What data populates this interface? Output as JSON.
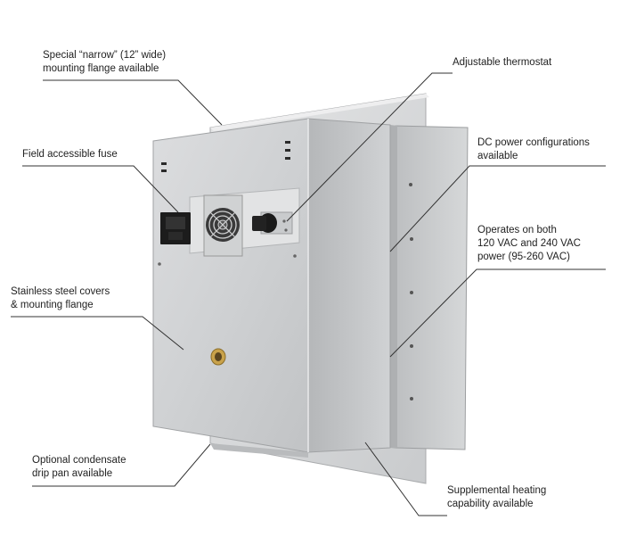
{
  "colors": {
    "leader": "#333333",
    "text": "#222222",
    "steel_light": "#d9dadb",
    "steel_mid": "#c4c6c8",
    "steel_dark": "#a9abad",
    "steel_shadow": "#8e9092",
    "black": "#1a1a1a",
    "brass": "#c9a24a"
  },
  "callouts": {
    "narrow_flange": [
      "Special “narrow”  (12” wide)",
      "mounting flange available"
    ],
    "thermostat": [
      "Adjustable thermostat"
    ],
    "fuse": [
      "Field accessible fuse"
    ],
    "dc_power": [
      "DC power configurations",
      "available"
    ],
    "voltage": [
      "Operates on both",
      "120 VAC and 240 VAC",
      "power (95-260 VAC)"
    ],
    "stainless": [
      "Stainless steel covers",
      "& mounting flange"
    ],
    "drip_pan": [
      "Optional condensate",
      "drip pan available"
    ],
    "supplemental": [
      "Supplemental heating",
      "capability available"
    ]
  }
}
